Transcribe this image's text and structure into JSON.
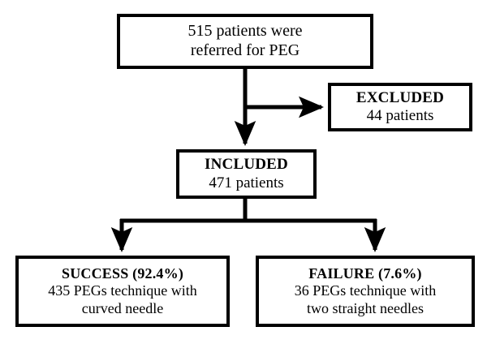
{
  "diagram": {
    "type": "flowchart",
    "title": "PEG patient enrollment flow",
    "stroke_color": "#000000",
    "fill_color": "#ffffff",
    "nodes": {
      "referred": {
        "name": "referred",
        "lines": [
          "515 patients were",
          "referred for PEG"
        ],
        "bold_lines": [
          false,
          false
        ]
      },
      "excluded": {
        "name": "excluded",
        "lines": [
          "EXCLUDED",
          "44 patients"
        ],
        "bold_lines": [
          true,
          false
        ]
      },
      "included": {
        "name": "included",
        "lines": [
          "INCLUDED",
          "471 patients"
        ],
        "bold_lines": [
          true,
          false
        ]
      },
      "success": {
        "name": "success",
        "lines": [
          "SUCCESS (92.4%)",
          "435 PEGs technique with",
          "curved needle"
        ],
        "bold_lines": [
          true,
          false,
          false
        ]
      },
      "failure": {
        "name": "failure",
        "lines": [
          "FAILURE (7.6%)",
          "36 PEGs technique with",
          "two straight needles"
        ],
        "bold_lines": [
          true,
          false,
          false
        ]
      }
    },
    "edges": [
      {
        "from": "referred",
        "to": "excluded",
        "arrow": true
      },
      {
        "from": "referred",
        "to": "included",
        "arrow": true
      },
      {
        "from": "included",
        "to": "success",
        "arrow": true
      },
      {
        "from": "included",
        "to": "failure",
        "arrow": true
      }
    ]
  }
}
